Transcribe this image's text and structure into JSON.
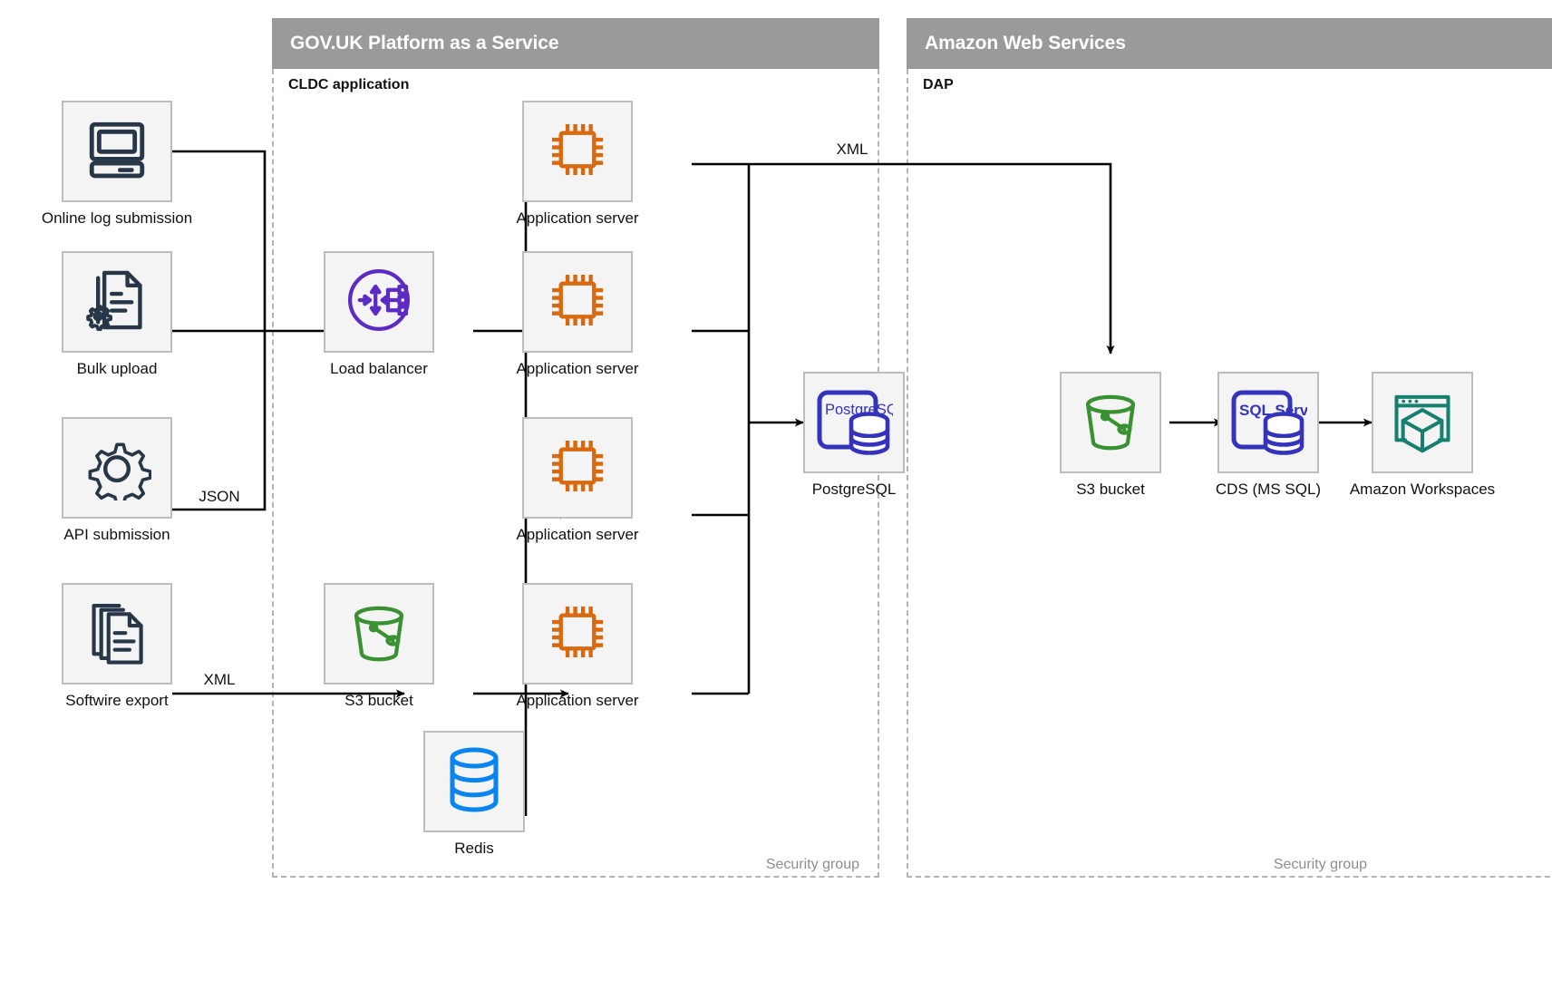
{
  "groups": [
    {
      "name": "paas",
      "title": "GOV.UK Platform as a Service",
      "sublabel": "CLDC application",
      "security_label": "Security group"
    },
    {
      "name": "aws",
      "title": "Amazon Web Services",
      "sublabel": "DAP",
      "security_label": "Security group"
    }
  ],
  "nodes": {
    "online_log": {
      "label": "Online log submission",
      "icon": "desktop-computer-icon",
      "color": "#283747"
    },
    "bulk_upload": {
      "label": "Bulk upload",
      "icon": "document-gear-icon",
      "color": "#283747"
    },
    "api_submission": {
      "label": "API submission",
      "icon": "gear-icon",
      "color": "#283747"
    },
    "softwire_export": {
      "label": "Softwire export",
      "icon": "documents-stack-icon",
      "color": "#283747"
    },
    "load_balancer": {
      "label": "Load balancer",
      "icon": "load-balancer-icon",
      "color": "#5b2bc4"
    },
    "app_server_1": {
      "label": "Application server",
      "icon": "cpu-chip-icon",
      "color": "#d9690f"
    },
    "app_server_2": {
      "label": "Application server",
      "icon": "cpu-chip-icon",
      "color": "#d9690f"
    },
    "app_server_3": {
      "label": "Application server",
      "icon": "cpu-chip-icon",
      "color": "#d9690f"
    },
    "app_server_4": {
      "label": "Application server",
      "icon": "cpu-chip-icon",
      "color": "#d9690f"
    },
    "postgresql": {
      "label": "PostgreSQL",
      "icon": "postgresql-database-icon",
      "icon_text": "PostgreSQL",
      "color": "#3333bb"
    },
    "paas_s3_bucket": {
      "label": "S3 bucket",
      "icon": "s3-bucket-icon",
      "color": "#3a9132"
    },
    "redis": {
      "label": "Redis",
      "icon": "database-cylinder-icon",
      "color": "#0a84ef"
    },
    "aws_s3_bucket": {
      "label": "S3 bucket",
      "icon": "s3-bucket-icon",
      "color": "#3a9132"
    },
    "cds_mssql": {
      "label": "CDS (MS SQL)",
      "icon": "sql-server-database-icon",
      "icon_text": "SQL Server",
      "color": "#3333bb"
    },
    "amazon_workspaces": {
      "label": "Amazon Workspaces",
      "icon": "workspaces-cube-icon",
      "color": "#177f6d"
    }
  },
  "edge_labels": {
    "api_json": "JSON",
    "softwire_xml": "XML",
    "appserver_to_s3_xml": "XML"
  },
  "colors": {
    "group_header_bg": "#9a9a9a",
    "group_header_text": "#ffffff",
    "node_box_bg": "#f4f4f4",
    "node_box_border": "#bdbdbd",
    "dashed_border": "#b4b4b4",
    "wire": "#000000",
    "security_label": "#8e8e8e"
  }
}
